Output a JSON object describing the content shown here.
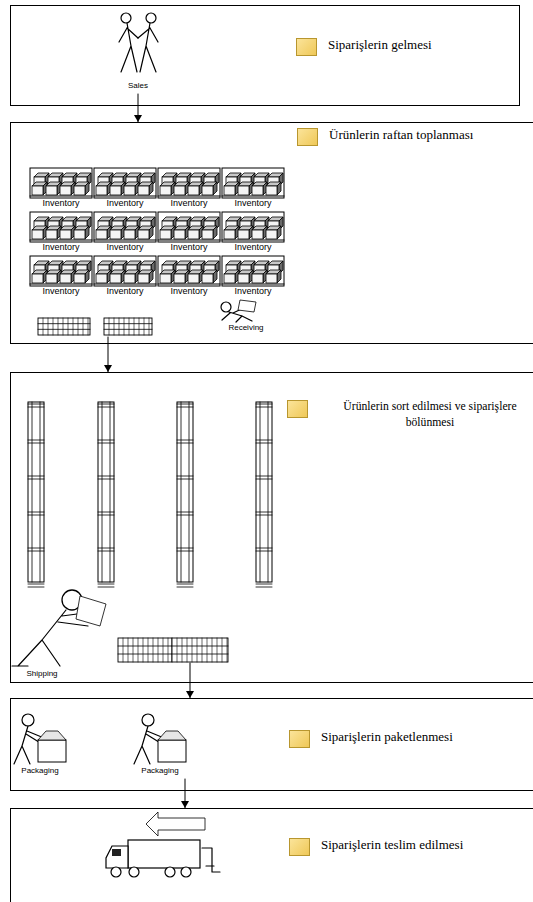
{
  "diagram": {
    "nodes": [
      {
        "text": [
          "Siparişlerin gelmesi"
        ]
      },
      {
        "text": [
          "Ürünlerin raftan toplanması"
        ]
      },
      {
        "text": [
          "Ürünlerin sort edilmesi ve siparişlere bölünmesi"
        ]
      },
      {
        "text": [
          "Siparişlerin paketlenmesi"
        ]
      },
      {
        "text": [
          "Siparişlerin teslim edilmesi"
        ]
      }
    ],
    "edges": [
      {
        "from": 0,
        "to": 1,
        "arrow": "to"
      },
      {
        "from": 1,
        "to": 2,
        "arrow": "to"
      },
      {
        "from": 2,
        "to": 3,
        "arrow": "to"
      },
      {
        "from": 3,
        "to": 4,
        "arrow": "to"
      }
    ],
    "labels": [
      "Sales",
      "Inventory",
      "Inventory",
      "Inventory",
      "Inventory",
      "Inventory",
      "Inventory",
      "Inventory",
      "Inventory",
      "Inventory",
      "Inventory",
      "Inventory",
      "Inventory",
      "Receiving",
      "Shipping",
      "Packaging",
      "Packaging"
    ]
  }
}
